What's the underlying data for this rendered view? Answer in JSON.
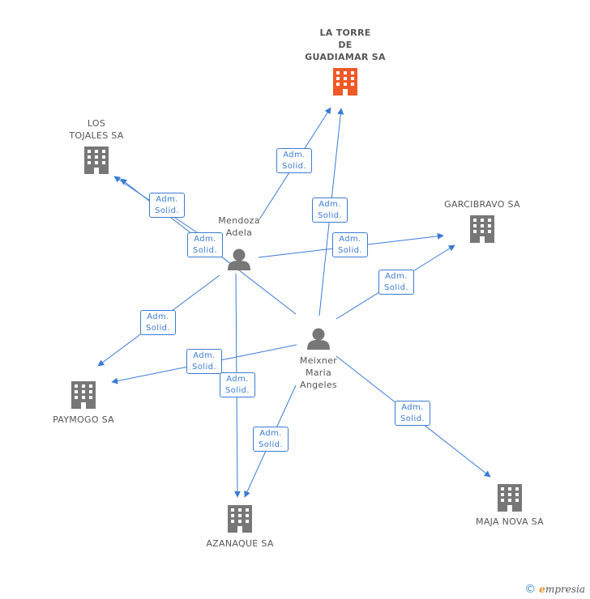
{
  "companies": [
    {
      "id": "la-torre",
      "name": "LA TORRE\nDE\nGUADIAMAR SA",
      "highlight": true
    },
    {
      "id": "los-tojales",
      "name": "LOS\nTOJALES SA",
      "highlight": false
    },
    {
      "id": "garcibravo",
      "name": "GARCIBRAVO SA",
      "highlight": false
    },
    {
      "id": "paymogo",
      "name": "PAYMOGO SA",
      "highlight": false
    },
    {
      "id": "azanaque",
      "name": "AZANAQUE SA",
      "highlight": false
    },
    {
      "id": "maja-nova",
      "name": "MAJA NOVA SA",
      "highlight": false
    }
  ],
  "persons": [
    {
      "id": "mendoza",
      "name": "Mendoza\nAdela"
    },
    {
      "id": "meixner",
      "name": "Meixner\nMaria\nAngeles"
    }
  ],
  "edges": [
    {
      "from": "mendoza",
      "to": "la-torre",
      "label": "Adm.\nSolid."
    },
    {
      "from": "mendoza",
      "to": "los-tojales",
      "label": "Adm.\nSolid."
    },
    {
      "from": "mendoza",
      "to": "garcibravo",
      "label": "Adm.\nSolid."
    },
    {
      "from": "mendoza",
      "to": "paymogo",
      "label": "Adm.\nSolid."
    },
    {
      "from": "mendoza",
      "to": "azanaque",
      "label": "Adm.\nSolid."
    },
    {
      "from": "meixner",
      "to": "la-torre",
      "label": "Adm.\nSolid."
    },
    {
      "from": "meixner",
      "to": "los-tojales",
      "label": "Adm.\nSolid."
    },
    {
      "from": "meixner",
      "to": "garcibravo",
      "label": "Adm.\nSolid."
    },
    {
      "from": "meixner",
      "to": "paymogo",
      "label": "Adm.\nSolid."
    },
    {
      "from": "meixner",
      "to": "azanaque",
      "label": "Adm.\nSolid."
    },
    {
      "from": "meixner",
      "to": "maja-nova",
      "label": "Adm.\nSolid."
    }
  ],
  "footer": {
    "copyright": "©",
    "brand_initial": "e",
    "brand_rest": "mpresia"
  },
  "colors": {
    "edge": "#3a7bd5",
    "building": "#777777",
    "building_highlight": "#f05a28",
    "person": "#777777"
  }
}
